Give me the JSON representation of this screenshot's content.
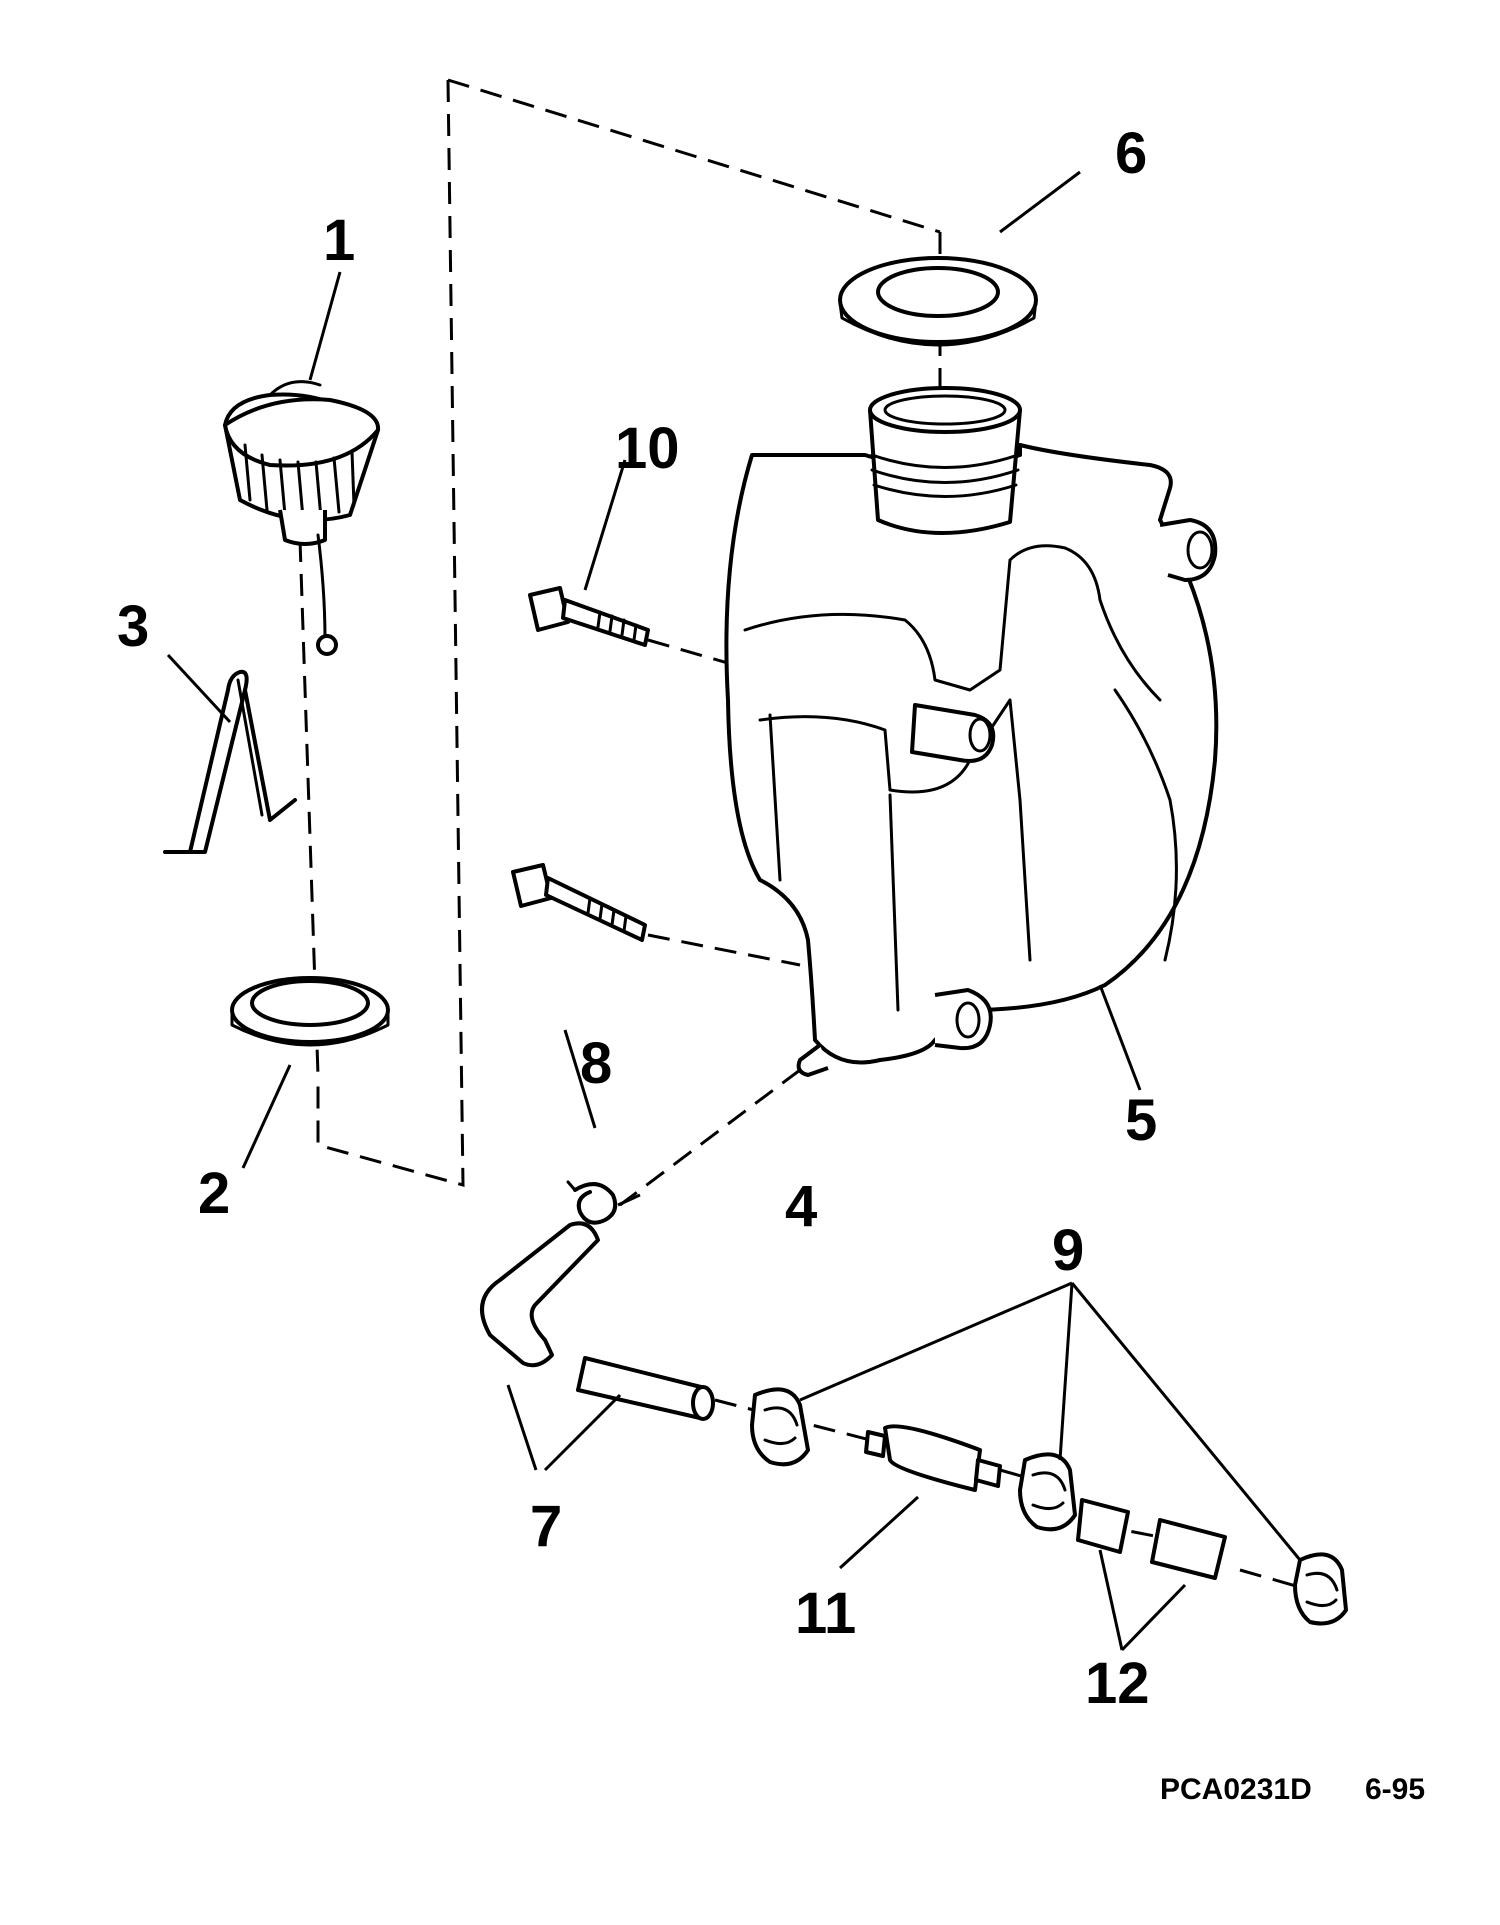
{
  "callouts": {
    "c1": "1",
    "c2": "2",
    "c3": "3",
    "c4": "4",
    "c5": "5",
    "c6": "6",
    "c7": "7",
    "c8": "8",
    "c9": "9",
    "c10": "10",
    "c11": "11",
    "c12": "12"
  },
  "footer": {
    "drawing_number": "PCA0231D",
    "date_code": "6-95"
  }
}
